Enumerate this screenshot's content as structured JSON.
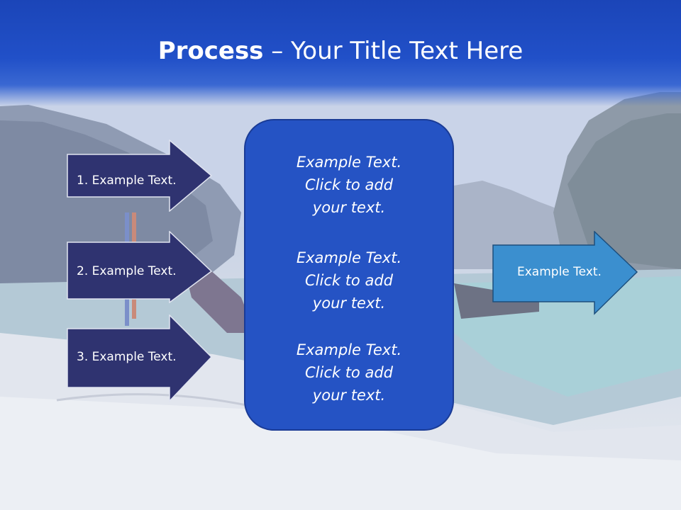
{
  "slide": {
    "title_bold": "Process",
    "title_rest": " – Your Title Text Here"
  },
  "left_steps": [
    {
      "label": "1. Example Text."
    },
    {
      "label": "2. Example Text."
    },
    {
      "label": "3. Example Text."
    }
  ],
  "center_blocks": [
    {
      "lines": [
        "Example Text.",
        "Click  to add",
        "your text."
      ]
    },
    {
      "lines": [
        "Example Text.",
        "Click  to add",
        "your text."
      ]
    },
    {
      "lines": [
        "Example Text.",
        "Click  to add",
        "your text."
      ]
    }
  ],
  "result": {
    "label": "Example Text."
  },
  "colors": {
    "header": "#2150c8",
    "left_arrow_fill": "#2f3370",
    "center_box_fill": "#2553c4",
    "result_arrow_fill": "#3b8fcf"
  }
}
